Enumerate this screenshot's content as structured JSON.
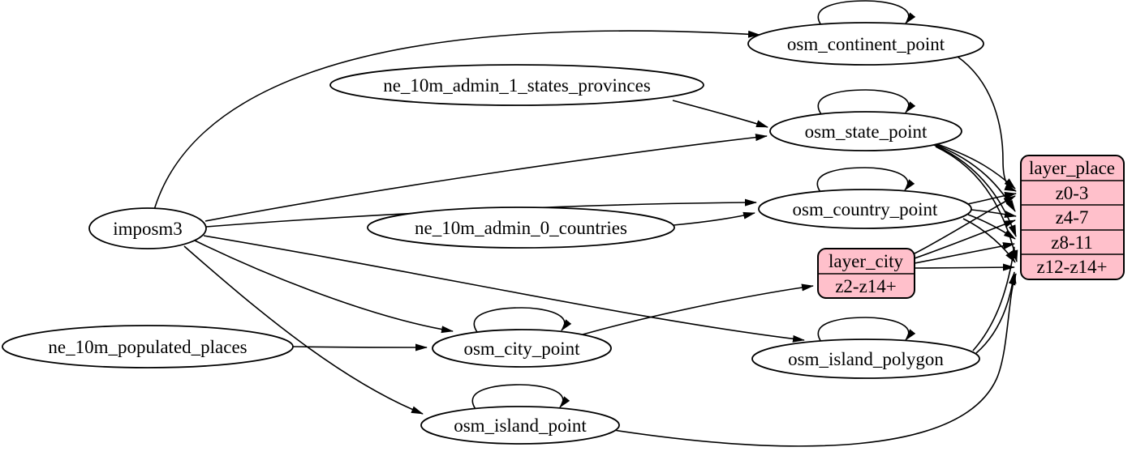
{
  "colors": {
    "node_fill": "#ffffff",
    "record_fill": "#ffc0cb",
    "stroke": "#000000",
    "text": "#000000"
  },
  "nodes": {
    "imposm3": {
      "label": "imposm3",
      "shape": "ellipse"
    },
    "ne_10m_admin_1_states_provinces": {
      "label": "ne_10m_admin_1_states_provinces",
      "shape": "ellipse"
    },
    "ne_10m_admin_0_countries": {
      "label": "ne_10m_admin_0_countries",
      "shape": "ellipse"
    },
    "ne_10m_populated_places": {
      "label": "ne_10m_populated_places",
      "shape": "ellipse"
    },
    "osm_continent_point": {
      "label": "osm_continent_point",
      "shape": "ellipse"
    },
    "osm_state_point": {
      "label": "osm_state_point",
      "shape": "ellipse"
    },
    "osm_country_point": {
      "label": "osm_country_point",
      "shape": "ellipse"
    },
    "osm_city_point": {
      "label": "osm_city_point",
      "shape": "ellipse"
    },
    "osm_island_polygon": {
      "label": "osm_island_polygon",
      "shape": "ellipse"
    },
    "osm_island_point": {
      "label": "osm_island_point",
      "shape": "ellipse"
    }
  },
  "records": {
    "layer_city": {
      "title": "layer_city",
      "rows": [
        "z2-z14+"
      ]
    },
    "layer_place": {
      "title": "layer_place",
      "rows": [
        "z0-3",
        "z4-7",
        "z8-11",
        "z12-z14+"
      ]
    }
  },
  "edges": [
    {
      "from": "imposm3",
      "to": "osm_continent_point"
    },
    {
      "from": "imposm3",
      "to": "osm_state_point"
    },
    {
      "from": "imposm3",
      "to": "osm_country_point"
    },
    {
      "from": "imposm3",
      "to": "osm_city_point"
    },
    {
      "from": "imposm3",
      "to": "osm_island_polygon"
    },
    {
      "from": "imposm3",
      "to": "osm_island_point"
    },
    {
      "from": "ne_10m_admin_1_states_provinces",
      "to": "osm_state_point"
    },
    {
      "from": "ne_10m_admin_0_countries",
      "to": "osm_country_point"
    },
    {
      "from": "ne_10m_populated_places",
      "to": "osm_city_point"
    },
    {
      "from": "osm_continent_point",
      "to": "osm_continent_point"
    },
    {
      "from": "osm_state_point",
      "to": "osm_state_point"
    },
    {
      "from": "osm_country_point",
      "to": "osm_country_point"
    },
    {
      "from": "osm_city_point",
      "to": "osm_city_point"
    },
    {
      "from": "osm_island_polygon",
      "to": "osm_island_polygon"
    },
    {
      "from": "osm_island_point",
      "to": "osm_island_point"
    },
    {
      "from": "osm_continent_point",
      "to": "layer_place:z0-3"
    },
    {
      "from": "osm_state_point",
      "to": "layer_place:z0-3"
    },
    {
      "from": "osm_state_point",
      "to": "layer_place:z4-7"
    },
    {
      "from": "osm_state_point",
      "to": "layer_place:z8-11"
    },
    {
      "from": "osm_state_point",
      "to": "layer_place:z12-z14+"
    },
    {
      "from": "osm_country_point",
      "to": "layer_place:z0-3"
    },
    {
      "from": "osm_country_point",
      "to": "layer_place:z4-7"
    },
    {
      "from": "osm_country_point",
      "to": "layer_place:z8-11"
    },
    {
      "from": "osm_country_point",
      "to": "layer_place:z12-z14+"
    },
    {
      "from": "osm_city_point",
      "to": "layer_city:z2-z14+"
    },
    {
      "from": "layer_city",
      "to": "layer_place:z0-3"
    },
    {
      "from": "layer_city",
      "to": "layer_place:z4-7"
    },
    {
      "from": "layer_city",
      "to": "layer_place:z8-11"
    },
    {
      "from": "layer_city",
      "to": "layer_place:z12-z14+"
    },
    {
      "from": "osm_island_polygon",
      "to": "layer_place:z8-11"
    },
    {
      "from": "osm_island_polygon",
      "to": "layer_place:z12-z14+"
    },
    {
      "from": "osm_island_point",
      "to": "layer_place:z12-z14+"
    }
  ]
}
